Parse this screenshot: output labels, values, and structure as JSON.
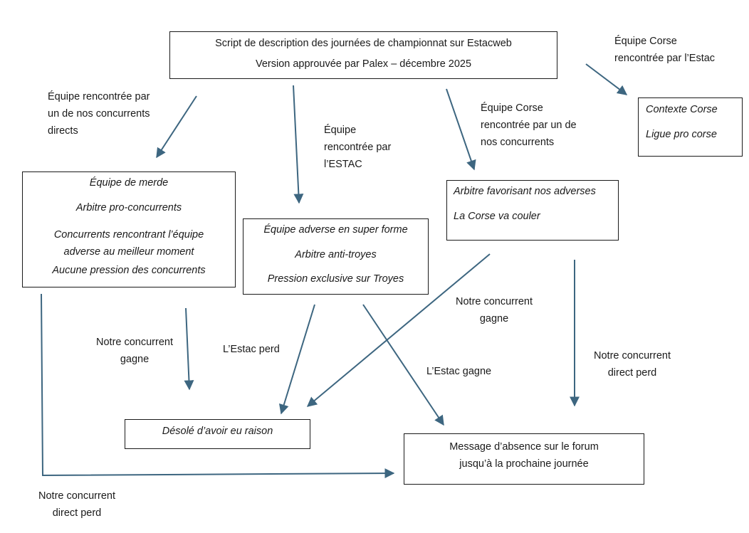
{
  "title_box": {
    "line1": "Script de description des journées de championnat sur Estacweb",
    "line2": "Version approuvée par Palex – décembre 2025"
  },
  "box_competitor_opponent": [
    "Équipe de merde",
    "Arbitre pro-concurrents",
    "Concurrents rencontrant l’équipe\nadverse au meilleur moment",
    "Aucune pression des concurrents"
  ],
  "box_estac_opponent": [
    "Équipe adverse en super forme",
    "Arbitre anti-troyes",
    "Pression exclusive sur Troyes"
  ],
  "box_corsican_competitor": [
    "Arbitre favorisant nos adverses",
    "La Corse va couler"
  ],
  "box_corsican_estac": [
    "Contexte Corse",
    "Ligue pro corse"
  ],
  "box_sorry": "Désolé d’avoir eu raison",
  "box_absence": "Message d’absence sur le forum\njusqu’à la prochaine journée",
  "labels": {
    "team_met_by_competitor": "Équipe rencontrée par\nun de nos concurrents\ndirects",
    "team_met_by_estac": "Équipe\nrencontrée par\nl’ESTAC",
    "corsican_team_met_by_competitor": "Équipe Corse\nrencontrée par un de\nnos concurrents",
    "corsican_team_met_by_estac": "Équipe Corse\nrencontrée par l’Estac",
    "competitor_wins_left": "Notre concurrent\ngagne",
    "estac_loses": "L’Estac perd",
    "estac_wins": "L’Estac gagne",
    "competitor_wins_right": "Notre concurrent\ngagne",
    "direct_competitor_loses_right": "Notre concurrent\ndirect perd",
    "direct_competitor_loses_bottom": "Notre concurrent\ndirect perd"
  },
  "colors": {
    "arrow": "#3d6680",
    "border": "#1a1a1a",
    "text": "#1a1a1a"
  }
}
